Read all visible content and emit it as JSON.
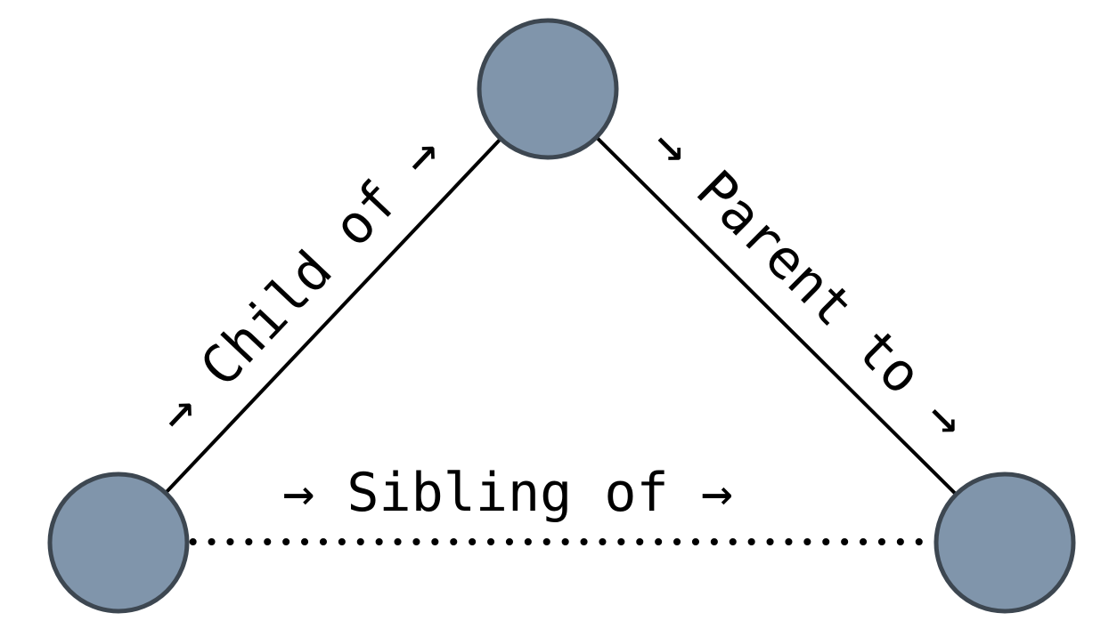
{
  "diagram": {
    "background": "#ffffff",
    "line_color": "#000000",
    "label_color": "#000000",
    "node_style": {
      "fill": "#8095AB",
      "stroke": "#3D4751"
    },
    "nodes": [
      {
        "id": "top",
        "label": ""
      },
      {
        "id": "bottom-left",
        "label": ""
      },
      {
        "id": "bottom-right",
        "label": ""
      }
    ],
    "edges": [
      {
        "id": "child-of",
        "label": "→ Child of →",
        "from": "bottom-left",
        "to": "top",
        "line": "solid"
      },
      {
        "id": "parent-to",
        "label": "→ Parent to →",
        "from": "top",
        "to": "bottom-right",
        "line": "solid"
      },
      {
        "id": "sibling-of",
        "label": "→ Sibling of →",
        "from": "bottom-left",
        "to": "bottom-right",
        "line": "dotted"
      }
    ]
  }
}
